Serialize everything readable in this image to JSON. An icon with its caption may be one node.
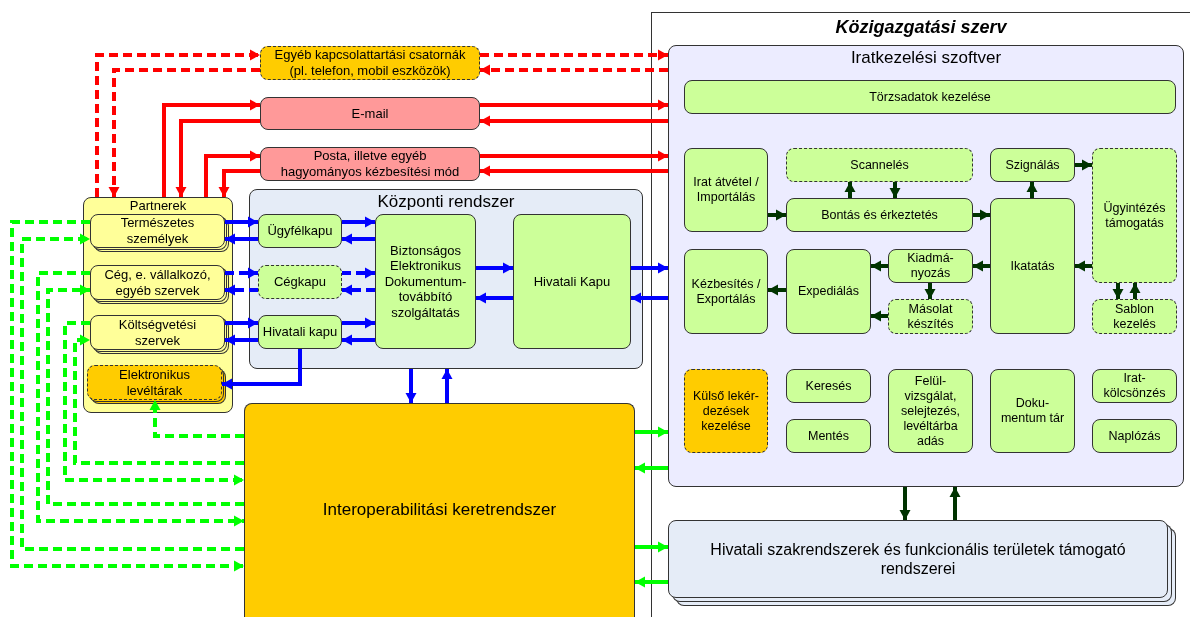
{
  "diagram": {
    "nodes": [
      {
        "text": [
          "Közigazgatási szerv"
        ]
      },
      {
        "text": [
          "Iratkezelési szoftver"
        ],
        "in": 0
      },
      {
        "text": [
          "Törzsadatok kezelése"
        ],
        "in": 1
      },
      {
        "text": [
          "Irat átvétel / Importálás"
        ],
        "in": 1
      },
      {
        "text": [
          "Scannelés"
        ],
        "in": 1
      },
      {
        "text": [
          "Szignálás"
        ],
        "in": 1
      },
      {
        "text": [
          "Ügyintézés támogatás"
        ],
        "in": 1
      },
      {
        "text": [
          "Bontás és érkeztetés"
        ],
        "in": 1
      },
      {
        "text": [
          "Ikatatás"
        ],
        "in": 1
      },
      {
        "text": [
          "Kézbesítés / Exportálás"
        ],
        "in": 1
      },
      {
        "text": [
          "Expediálás"
        ],
        "in": 1
      },
      {
        "text": [
          "Kiadmá- nyozás"
        ],
        "in": 1
      },
      {
        "text": [
          "Másolat készítés"
        ],
        "in": 1
      },
      {
        "text": [
          "Sablon kezelés"
        ],
        "in": 1
      },
      {
        "text": [
          "Külső lekér- dezések kezelése"
        ],
        "in": 1
      },
      {
        "text": [
          "Keresés"
        ],
        "in": 1
      },
      {
        "text": [
          "Mentés"
        ],
        "in": 1
      },
      {
        "text": [
          "Felül- vizsgálat, selejtezés, levéltárba adás"
        ],
        "in": 1
      },
      {
        "text": [
          "Doku- mentum tár"
        ],
        "in": 1
      },
      {
        "text": [
          "Irat- kölcsönzés"
        ],
        "in": 1
      },
      {
        "text": [
          "Naplózás"
        ],
        "in": 1
      },
      {
        "text": [
          "Hivatali szakrendszerek és funkcionális területek támogató rendszerei"
        ],
        "in": 0
      },
      {
        "text": [
          "Egyéb kapcsolattartási csatornák (pl. telefon, mobil eszközök)"
        ]
      },
      {
        "text": [
          "E-mail"
        ]
      },
      {
        "text": [
          "Posta, illetve egyéb hagyományos kézbesítési mód"
        ]
      },
      {
        "text": [
          "Partnerek"
        ]
      },
      {
        "text": [
          "Természetes személyek"
        ],
        "in": 25
      },
      {
        "text": [
          "Cég, e. vállalkozó, egyéb szervek"
        ],
        "in": 25
      },
      {
        "text": [
          "Költségvetési szervek"
        ],
        "in": 25
      },
      {
        "text": [
          "Elektronikus levéltárak"
        ],
        "in": 25
      },
      {
        "text": [
          "Központi rendszer"
        ]
      },
      {
        "text": [
          "Ügyfélkapu"
        ],
        "in": 30
      },
      {
        "text": [
          "Cégkapu"
        ],
        "in": 30
      },
      {
        "text": [
          "Hivatali kapu"
        ],
        "in": 30
      },
      {
        "text": [
          "Biztonságos Elektronikus Dokumentum- továbbító szolgáltatás"
        ],
        "in": 30
      },
      {
        "text": [
          "Hivatali Kapu"
        ],
        "in": 30
      },
      {
        "text": [
          "Interoperabilitási keretrendszer"
        ]
      }
    ],
    "edges": [
      {
        "from": 25,
        "to": 22,
        "arrow": "to",
        "style": "dashed",
        "color": "#ff0000"
      },
      {
        "from": 22,
        "to": 25,
        "arrow": "to",
        "style": "dashed",
        "color": "#ff0000"
      },
      {
        "from": 22,
        "to": 1,
        "arrow": "to",
        "style": "dashed",
        "color": "#ff0000"
      },
      {
        "from": 1,
        "to": 22,
        "arrow": "to",
        "style": "dashed",
        "color": "#ff0000"
      },
      {
        "from": 25,
        "to": 23,
        "arrow": "to",
        "color": "#ff0000"
      },
      {
        "from": 23,
        "to": 25,
        "arrow": "to",
        "color": "#ff0000"
      },
      {
        "from": 23,
        "to": 1,
        "arrow": "to",
        "color": "#ff0000"
      },
      {
        "from": 1,
        "to": 23,
        "arrow": "to",
        "color": "#ff0000"
      },
      {
        "from": 25,
        "to": 24,
        "arrow": "to",
        "color": "#ff0000"
      },
      {
        "from": 24,
        "to": 25,
        "arrow": "to",
        "color": "#ff0000"
      },
      {
        "from": 24,
        "to": 1,
        "arrow": "to",
        "color": "#ff0000"
      },
      {
        "from": 1,
        "to": 24,
        "arrow": "to",
        "color": "#ff0000"
      },
      {
        "from": 26,
        "to": 31,
        "arrow": "to"
      },
      {
        "from": 31,
        "to": 26,
        "arrow": "to"
      },
      {
        "from": 27,
        "to": 32,
        "arrow": "to",
        "style": "dashed"
      },
      {
        "from": 32,
        "to": 27,
        "arrow": "to",
        "style": "dashed"
      },
      {
        "from": 28,
        "to": 33,
        "arrow": "to"
      },
      {
        "from": 33,
        "to": 28,
        "arrow": "to"
      },
      {
        "from": 31,
        "to": 34,
        "arrow": "to"
      },
      {
        "from": 34,
        "to": 31,
        "arrow": "to"
      },
      {
        "from": 32,
        "to": 34,
        "arrow": "to",
        "style": "dashed"
      },
      {
        "from": 34,
        "to": 32,
        "arrow": "to",
        "style": "dashed"
      },
      {
        "from": 33,
        "to": 34,
        "arrow": "to"
      },
      {
        "from": 34,
        "to": 33,
        "arrow": "to"
      },
      {
        "from": 34,
        "to": 35,
        "arrow": "to"
      },
      {
        "from": 35,
        "to": 34,
        "arrow": "to"
      },
      {
        "from": 35,
        "to": 1,
        "arrow": "to"
      },
      {
        "from": 1,
        "to": 35,
        "arrow": "to"
      },
      {
        "from": 33,
        "to": 29,
        "arrow": "to"
      },
      {
        "from": 30,
        "to": 36,
        "arrow": "to"
      },
      {
        "from": 36,
        "to": 30,
        "arrow": "to"
      },
      {
        "from": 26,
        "to": 36,
        "arrow": "to",
        "style": "dashed",
        "color": "#00ff00"
      },
      {
        "from": 36,
        "to": 26,
        "arrow": "to",
        "style": "dashed",
        "color": "#00ff00"
      },
      {
        "from": 27,
        "to": 36,
        "arrow": "to",
        "style": "dashed",
        "color": "#00ff00"
      },
      {
        "from": 36,
        "to": 27,
        "arrow": "to",
        "style": "dashed",
        "color": "#00ff00"
      },
      {
        "from": 28,
        "to": 36,
        "arrow": "to",
        "style": "dashed",
        "color": "#00ff00"
      },
      {
        "from": 36,
        "to": 28,
        "arrow": "to",
        "style": "dashed",
        "color": "#00ff00"
      },
      {
        "from": 36,
        "to": 29,
        "arrow": "to",
        "style": "dashed",
        "color": "#00ff00"
      },
      {
        "from": 36,
        "to": 1,
        "arrow": "to",
        "color": "#00ff00"
      },
      {
        "from": 1,
        "to": 36,
        "arrow": "to",
        "color": "#00ff00"
      },
      {
        "from": 36,
        "to": 21,
        "arrow": "to",
        "color": "#00ff00"
      },
      {
        "from": 21,
        "to": 36,
        "arrow": "to",
        "color": "#00ff00"
      },
      {
        "from": 3,
        "to": 7,
        "arrow": "to",
        "color": "#003300"
      },
      {
        "from": 7,
        "to": 4,
        "arrow": "to",
        "color": "#003300"
      },
      {
        "from": 4,
        "to": 7,
        "arrow": "to",
        "color": "#003300"
      },
      {
        "from": 7,
        "to": 8,
        "arrow": "to",
        "color": "#003300"
      },
      {
        "from": 8,
        "to": 5,
        "arrow": "to",
        "color": "#003300"
      },
      {
        "from": 5,
        "to": 6,
        "arrow": "to",
        "color": "#003300"
      },
      {
        "from": 6,
        "to": 8,
        "arrow": "to",
        "color": "#003300"
      },
      {
        "from": 8,
        "to": 11,
        "arrow": "to",
        "color": "#003300"
      },
      {
        "from": 11,
        "to": 10,
        "arrow": "to",
        "color": "#003300"
      },
      {
        "from": 11,
        "to": 12,
        "arrow": "to",
        "color": "#003300"
      },
      {
        "from": 12,
        "to": 10,
        "arrow": "to",
        "color": "#003300"
      },
      {
        "from": 10,
        "to": 9,
        "arrow": "to",
        "color": "#003300"
      },
      {
        "from": 6,
        "to": 13,
        "arrow": "to",
        "color": "#003300"
      },
      {
        "from": 13,
        "to": 6,
        "arrow": "to",
        "color": "#003300"
      },
      {
        "from": 1,
        "to": 21,
        "arrow": "to",
        "color": "#003300"
      },
      {
        "from": 21,
        "to": 1,
        "arrow": "to",
        "color": "#003300"
      }
    ]
  }
}
